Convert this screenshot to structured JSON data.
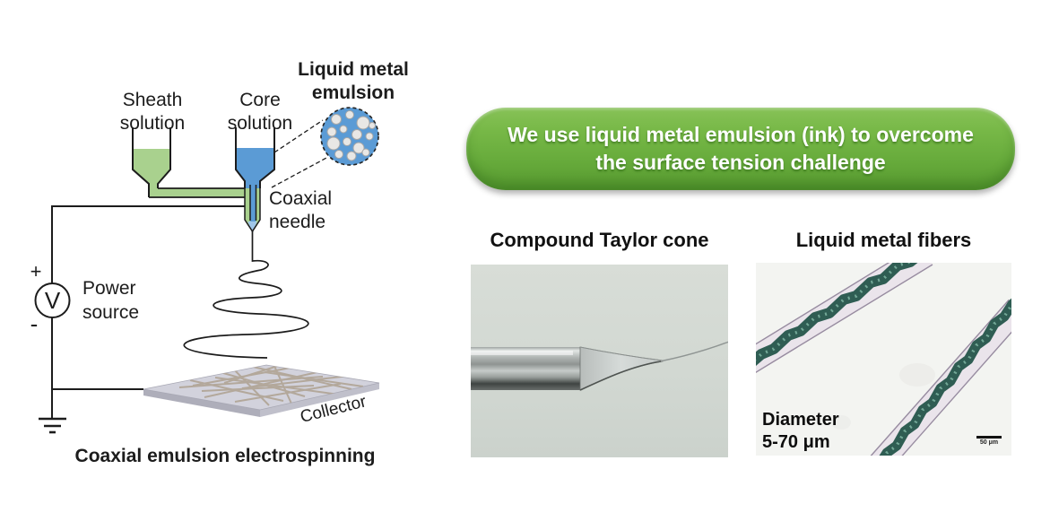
{
  "diagram": {
    "sheath_label": [
      "Sheath",
      "solution"
    ],
    "core_label": [
      "Core",
      "solution"
    ],
    "emulsion_label": [
      "Liquid metal",
      "emulsion"
    ],
    "coaxial_label": [
      "Coaxial",
      "needle"
    ],
    "power_label": [
      "Power",
      "source"
    ],
    "plus_sign": "+",
    "minus_sign": "-",
    "voltmeter_symbol": "V",
    "collector_label": "Collector",
    "caption": "Coaxial emulsion electrospinning",
    "colors": {
      "sheath_green": "#a9d18e",
      "core_blue": "#5b9bd5",
      "needle_tip_blue": "#9fc5e8",
      "collector_gray": "#d2d2dc",
      "collector_side_left": "#aeaeba",
      "collector_side_right": "#c0c0cb",
      "fiber_web_tan": "#b3a89b",
      "droplet_fill": "#e8e7e5"
    }
  },
  "banner": {
    "line1": "We use liquid metal emulsion (ink) to overcome",
    "line2": "the surface tension challenge",
    "bg_color": "#68ac3c",
    "text_color": "#ffffff"
  },
  "taylor_panel": {
    "title": "Compound Taylor cone"
  },
  "fiber_panel": {
    "title": "Liquid metal fibers",
    "diameter_label": [
      "Diameter",
      "5-70 μm"
    ],
    "scale_bar_label": "50 μm",
    "colors": {
      "fiber_core_teal": "#2f5d53",
      "fiber_speckle": "#73a897",
      "fiber_sheath": "#eae4eb",
      "fiber_edge": "#978ba0"
    }
  }
}
